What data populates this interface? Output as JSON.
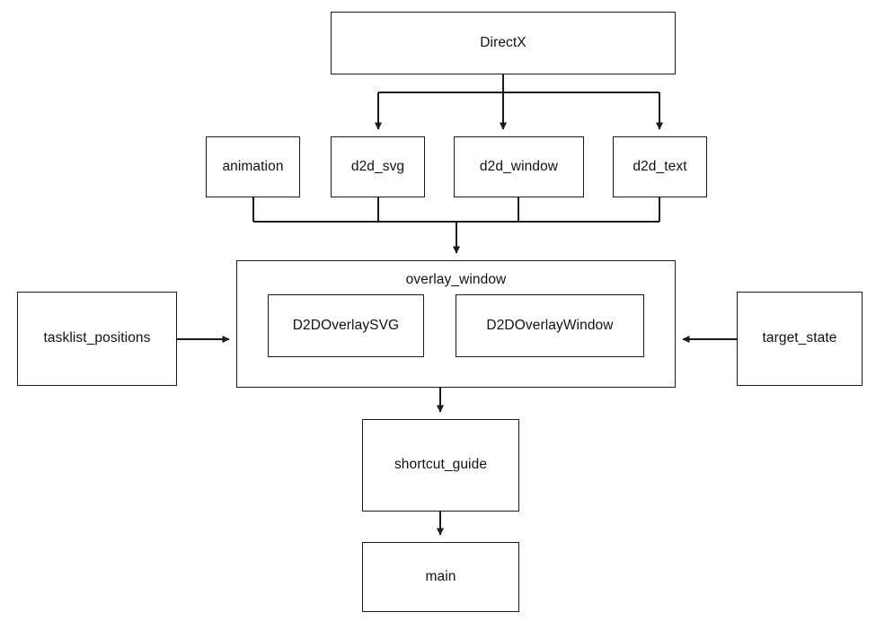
{
  "diagram": {
    "type": "module-dependency-flowchart",
    "background_color": "#ffffff",
    "edge_color": "#1a1a1a",
    "node_border_color": "#1a1a1a",
    "node_fill_color": "#ffffff",
    "text_color": "#111111",
    "nodes": {
      "directx": {
        "label": "DirectX"
      },
      "animation": {
        "label": "animation"
      },
      "d2d_svg": {
        "label": "d2d_svg"
      },
      "d2d_window": {
        "label": "d2d_window"
      },
      "d2d_text": {
        "label": "d2d_text"
      },
      "overlay_window": {
        "label": "overlay_window"
      },
      "d2d_overlay_svg": {
        "label": "D2DOverlaySVG"
      },
      "d2d_overlay_window": {
        "label": "D2DOverlayWindow"
      },
      "tasklist_positions": {
        "label": "tasklist_positions"
      },
      "target_state": {
        "label": "target_state"
      },
      "shortcut_guide": {
        "label": "shortcut_guide"
      },
      "main": {
        "label": "main"
      }
    },
    "edges": [
      {
        "from": "DirectX",
        "to": "d2d_svg"
      },
      {
        "from": "DirectX",
        "to": "d2d_window"
      },
      {
        "from": "DirectX",
        "to": "d2d_text"
      },
      {
        "from": "animation",
        "to": "overlay_window"
      },
      {
        "from": "d2d_svg",
        "to": "overlay_window"
      },
      {
        "from": "d2d_window",
        "to": "overlay_window"
      },
      {
        "from": "d2d_text",
        "to": "overlay_window"
      },
      {
        "from": "tasklist_positions",
        "to": "overlay_window"
      },
      {
        "from": "target_state",
        "to": "overlay_window"
      },
      {
        "from": "overlay_window",
        "to": "shortcut_guide"
      },
      {
        "from": "shortcut_guide",
        "to": "main"
      }
    ]
  }
}
